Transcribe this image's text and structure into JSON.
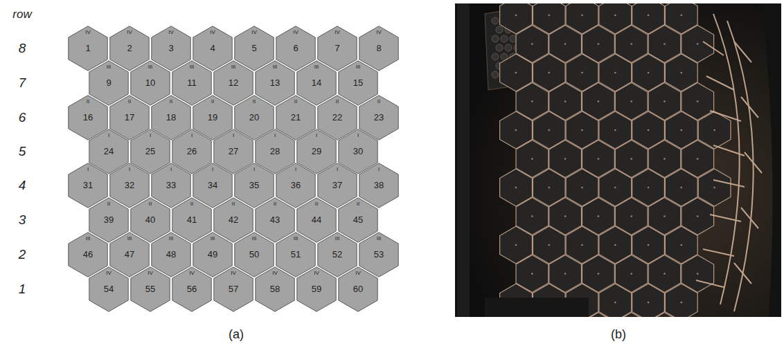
{
  "diagram": {
    "nodes": [
      {
        "text": [
          "IV",
          "1"
        ]
      },
      {
        "text": [
          "IV",
          "2"
        ]
      },
      {
        "text": [
          "IV",
          "3"
        ]
      },
      {
        "text": [
          "IV",
          "4"
        ]
      },
      {
        "text": [
          "IV",
          "5"
        ]
      },
      {
        "text": [
          "IV",
          "6"
        ]
      },
      {
        "text": [
          "IV",
          "7"
        ]
      },
      {
        "text": [
          "IV",
          "8"
        ]
      },
      {
        "text": [
          "III",
          "9"
        ]
      },
      {
        "text": [
          "III",
          "10"
        ]
      },
      {
        "text": [
          "III",
          "11"
        ]
      },
      {
        "text": [
          "III",
          "12"
        ]
      },
      {
        "text": [
          "III",
          "13"
        ]
      },
      {
        "text": [
          "III",
          "14"
        ]
      },
      {
        "text": [
          "III",
          "15"
        ]
      },
      {
        "text": [
          "II",
          "16"
        ]
      },
      {
        "text": [
          "II",
          "17"
        ]
      },
      {
        "text": [
          "II",
          "18"
        ]
      },
      {
        "text": [
          "II",
          "19"
        ]
      },
      {
        "text": [
          "II",
          "20"
        ]
      },
      {
        "text": [
          "II",
          "21"
        ]
      },
      {
        "text": [
          "II",
          "22"
        ]
      },
      {
        "text": [
          "II",
          "23"
        ]
      },
      {
        "text": [
          "I",
          "24"
        ]
      },
      {
        "text": [
          "I",
          "25"
        ]
      },
      {
        "text": [
          "I",
          "26"
        ]
      },
      {
        "text": [
          "I",
          "27"
        ]
      },
      {
        "text": [
          "I",
          "28"
        ]
      },
      {
        "text": [
          "I",
          "29"
        ]
      },
      {
        "text": [
          "I",
          "30"
        ]
      },
      {
        "text": [
          "I",
          "31"
        ]
      },
      {
        "text": [
          "I",
          "32"
        ]
      },
      {
        "text": [
          "I",
          "33"
        ]
      },
      {
        "text": [
          "I",
          "34"
        ]
      },
      {
        "text": [
          "I",
          "35"
        ]
      },
      {
        "text": [
          "I",
          "36"
        ]
      },
      {
        "text": [
          "I",
          "37"
        ]
      },
      {
        "text": [
          "I",
          "38"
        ]
      },
      {
        "text": [
          "II",
          "39"
        ]
      },
      {
        "text": [
          "II",
          "40"
        ]
      },
      {
        "text": [
          "II",
          "41"
        ]
      },
      {
        "text": [
          "II",
          "42"
        ]
      },
      {
        "text": [
          "II",
          "43"
        ]
      },
      {
        "text": [
          "II",
          "44"
        ]
      },
      {
        "text": [
          "II",
          "45"
        ]
      },
      {
        "text": [
          "III",
          "46"
        ]
      },
      {
        "text": [
          "III",
          "47"
        ]
      },
      {
        "text": [
          "III",
          "48"
        ]
      },
      {
        "text": [
          "III",
          "49"
        ]
      },
      {
        "text": [
          "III",
          "50"
        ]
      },
      {
        "text": [
          "III",
          "51"
        ]
      },
      {
        "text": [
          "III",
          "52"
        ]
      },
      {
        "text": [
          "III",
          "53"
        ]
      },
      {
        "text": [
          "IV",
          "54"
        ]
      },
      {
        "text": [
          "IV",
          "55"
        ]
      },
      {
        "text": [
          "IV",
          "56"
        ]
      },
      {
        "text": [
          "IV",
          "57"
        ]
      },
      {
        "text": [
          "IV",
          "58"
        ]
      },
      {
        "text": [
          "IV",
          "59"
        ]
      },
      {
        "text": [
          "IV",
          "60"
        ]
      }
    ],
    "labels": [
      "row",
      "8",
      "7",
      "6",
      "5",
      "4",
      "3",
      "2",
      "1",
      "(a)",
      "(b)"
    ]
  }
}
